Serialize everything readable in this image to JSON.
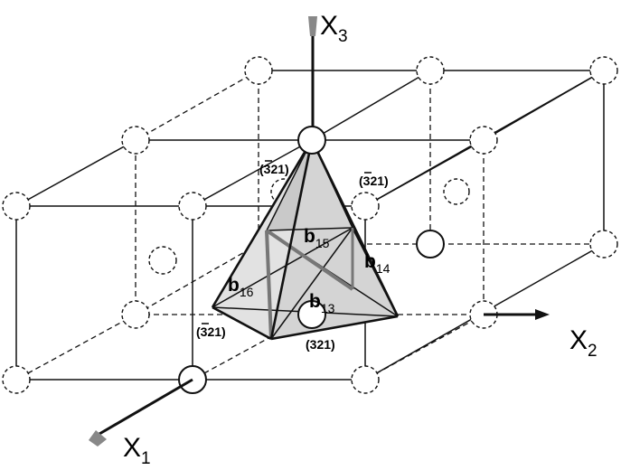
{
  "axes": {
    "x1": {
      "name": "X",
      "sub": "1"
    },
    "x2": {
      "name": "X",
      "sub": "2"
    },
    "x3": {
      "name": "X",
      "sub": "3"
    }
  },
  "planes": {
    "back_left": {
      "open": "(",
      "bar_digit": "3",
      "rest": "21)"
    },
    "back_right": {
      "open": "(",
      "bar_digit": "3",
      "rest": "21)"
    },
    "front_left": {
      "open": "(",
      "bar_digit": "3",
      "rest": "21)"
    },
    "front_right": {
      "text": "(321)"
    }
  },
  "vectors": {
    "b13": {
      "letter": "b",
      "sub": "13"
    },
    "b14": {
      "letter": "b",
      "sub": "14"
    },
    "b15": {
      "letter": "b",
      "sub": "15"
    },
    "b16": {
      "letter": "b",
      "sub": "16"
    }
  },
  "colors": {
    "lines": "#111111",
    "face_light": "#e2e2e2",
    "face_mid": "#c9c9c9",
    "face_dark": "#a9a9a9",
    "highlight_edge": "#777777",
    "axis_tip": "#888888"
  }
}
